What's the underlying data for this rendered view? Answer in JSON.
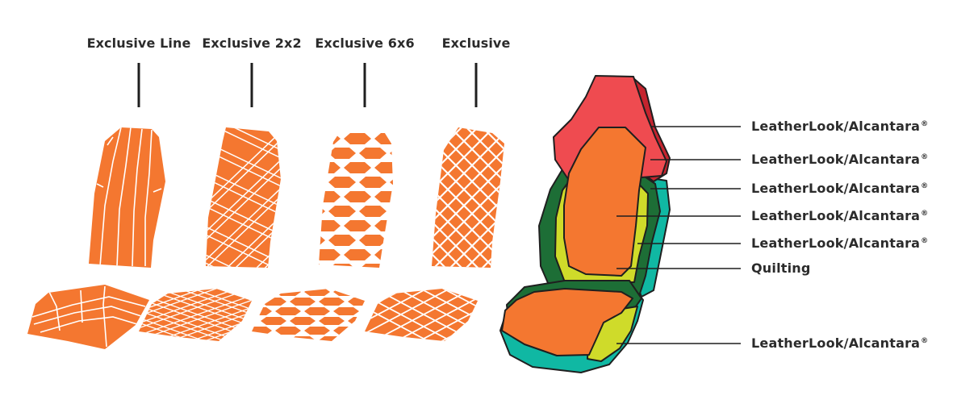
{
  "patterns": [
    {
      "label": "Exclusive Line"
    },
    {
      "label": "Exclusive 2x2"
    },
    {
      "label": "Exclusive 6x6"
    },
    {
      "label": "Exclusive"
    }
  ],
  "callouts": [
    {
      "label": "LeatherLook/Alcantara",
      "mark": "®"
    },
    {
      "label": "LeatherLook/Alcantara",
      "mark": "®"
    },
    {
      "label": "LeatherLook/Alcantara",
      "mark": "®"
    },
    {
      "label": "LeatherLook/Alcantara",
      "mark": "®"
    },
    {
      "label": "LeatherLook/Alcantara",
      "mark": "®"
    },
    {
      "label": "Quilting",
      "mark": ""
    },
    {
      "label": "LeatherLook/Alcantara",
      "mark": "®"
    }
  ],
  "colors": {
    "orange": "#f47730",
    "red": "#ef4b50",
    "dark_red": "#c5242e",
    "dark_green": "#1d6e36",
    "lime": "#cfdb2a",
    "teal": "#10b8a3",
    "outline": "#1f1f1f",
    "text": "#2b2b2b"
  }
}
